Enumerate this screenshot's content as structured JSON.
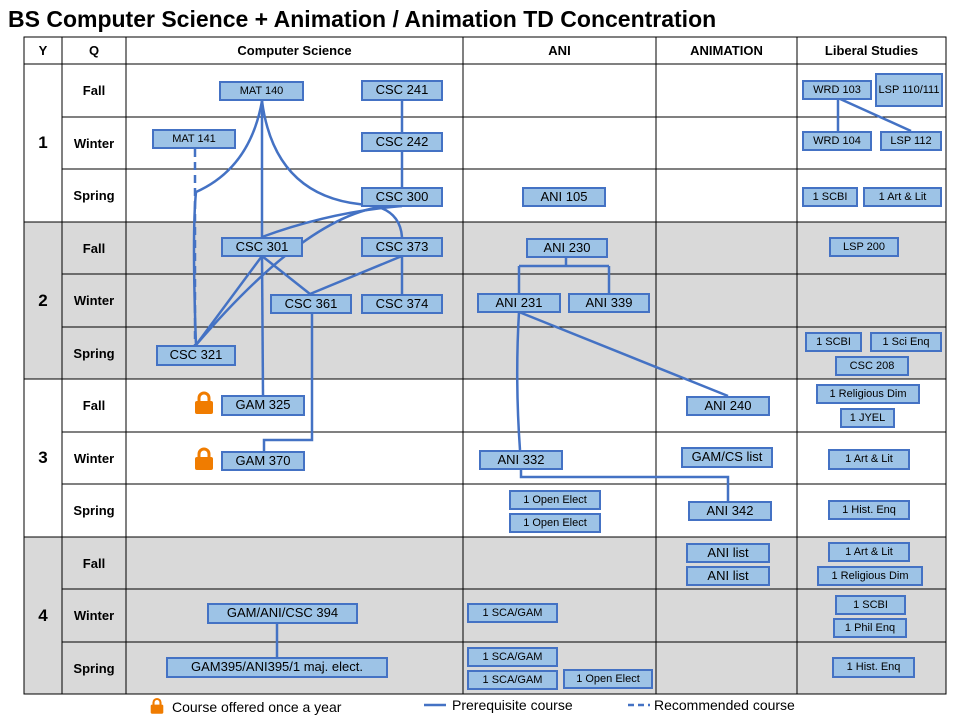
{
  "title": "BS Computer Science + Animation / Animation TD Concentration",
  "headers": {
    "y": "Y",
    "q": "Q",
    "cs": "Computer Science",
    "ani": "ANI",
    "animation": "ANIMATION",
    "liberal": "Liberal Studies"
  },
  "years": [
    "1",
    "2",
    "3",
    "4"
  ],
  "quarters": [
    "Fall",
    "Winter",
    "Spring"
  ],
  "courses": {
    "mat140": "MAT 140",
    "csc241": "CSC 241",
    "mat141": "MAT 141",
    "csc242": "CSC 242",
    "csc300": "CSC 300",
    "csc301": "CSC 301",
    "csc373": "CSC 373",
    "csc361": "CSC 361",
    "csc374": "CSC 374",
    "csc321": "CSC 321",
    "gam325": "GAM 325",
    "gam370": "GAM 370",
    "gam394": "GAM/ANI/CSC 394",
    "gam395": "GAM395/ANI395/1 maj. elect.",
    "ani105": "ANI 105",
    "ani230": "ANI 230",
    "ani231": "ANI 231",
    "ani339": "ANI 339",
    "ani332": "ANI 332",
    "open1": "1 Open Elect",
    "open2": "1 Open Elect",
    "sca1": "1 SCA/GAM",
    "sca2": "1 SCA/GAM",
    "sca3": "1 SCA/GAM",
    "open3": "1 Open Elect",
    "ani240": "ANI 240",
    "gamcs": "GAM/CS list",
    "ani342": "ANI 342",
    "anilist1": "ANI list",
    "anilist2": "ANI list",
    "wrd103": "WRD 103",
    "lsp110": "LSP 110/111",
    "wrd104": "WRD 104",
    "lsp112": "LSP 112",
    "scbi1": "1 SCBI",
    "artlit1": "1 Art & Lit",
    "lsp200": "LSP 200",
    "scbi2": "1 SCBI",
    "scienq": "1 Sci Enq",
    "csc208": "CSC 208",
    "relig1": "1 Religious Dim",
    "jyel": "1 JYEL",
    "artlit2": "1 Art & Lit",
    "hist1": "1 Hist. Enq",
    "artlit3": "1 Art & Lit",
    "relig2": "1 Religious Dim",
    "scbi3": "1 SCBI",
    "phil": "1 Phil Enq",
    "hist2": "1 Hist. Enq"
  },
  "legend": {
    "once": "Course offered once a year",
    "prereq": "Prerequisite course",
    "recommended": "Recommended course"
  },
  "colors": {
    "box_fill": "#9dc3e6",
    "box_border": "#4472c4",
    "link": "#4472c4",
    "shade": "#d9d9d9",
    "lock": "#f07c00"
  }
}
